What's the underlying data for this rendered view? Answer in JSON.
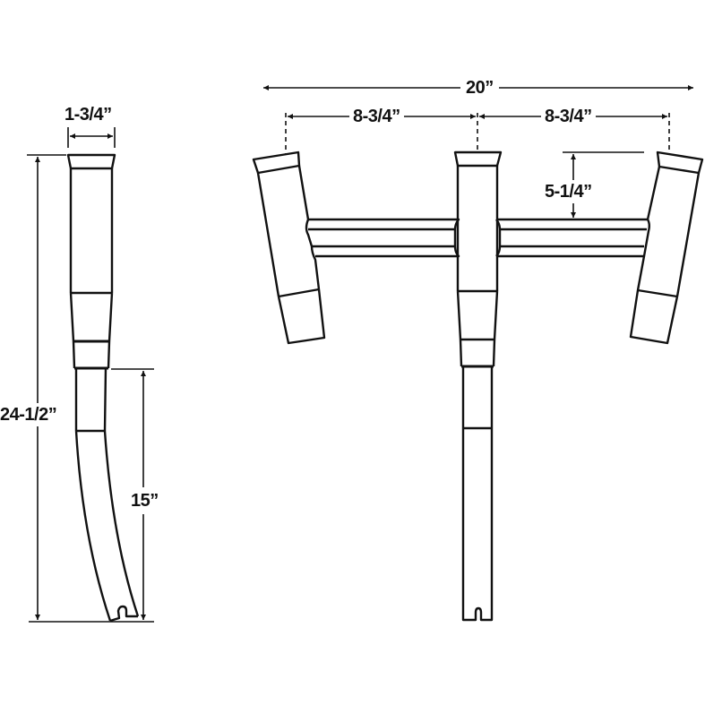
{
  "drawing": {
    "title": "Rod holder rack dimension drawing",
    "side_view": {
      "width_label": "1-3/4”",
      "overall_height_label": "24-1/2”",
      "pipe_length_label": "15”"
    },
    "front_view": {
      "overall_width_label": "20”",
      "left_spacing_label": "8-3/4”",
      "right_spacing_label": "8-3/4”",
      "bar_offset_label": "5-1/4”"
    }
  },
  "colors": {
    "line": "#111111",
    "background": "#ffffff"
  }
}
